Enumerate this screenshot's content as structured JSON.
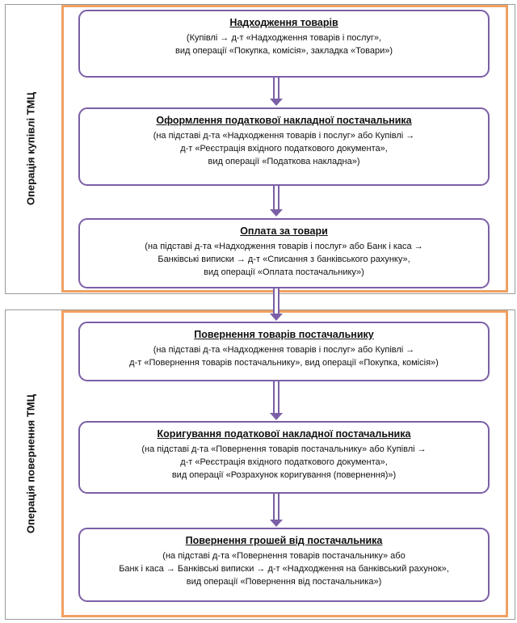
{
  "groups": [
    {
      "label": "Операція купівлі ТМЦ",
      "boxes": [
        {
          "title": "Надходження товарів",
          "lines": [
            "(Купівлі → д-т «Надходження товарів і послуг»,",
            "вид операції «Покупка, комісія», закладка «Товари»)"
          ]
        },
        {
          "title": "Оформлення податкової накладної постачальника",
          "lines": [
            "(на підставі д-та «Надходження товарів і послуг» або Купівлі →",
            "д-т «Реєстрація вхідного податкового документа»,",
            "вид операції «Податкова накладна»)"
          ]
        },
        {
          "title": "Оплата за товари",
          "lines": [
            "(на підставі д-та «Надходження товарів і послуг» або Банк і каса →",
            "Банківські виписки → д-т «Списання з банківського рахунку»,",
            "вид операції «Оплата постачальнику»)"
          ]
        }
      ]
    },
    {
      "label": "Операція повернення ТМЦ",
      "boxes": [
        {
          "title": "Повернення товарів постачальнику",
          "lines": [
            "(на підставі д-та «Надходження товарів і послуг» або Купівлі →",
            "д-т «Повернення товарів постачальнику», вид операції «Покупка, комісія»)"
          ]
        },
        {
          "title": "Коригування податкової накладної постачальника",
          "lines": [
            "(на підставі д-та «Повернення товарів постачальнику» або Купівлі →",
            "д-т «Реєстрація вхідного податкового документа»,",
            "вид операції «Розрахунок коригування (повернення)»)"
          ]
        },
        {
          "title": "Повернення грошей від постачальника",
          "lines": [
            "(на підставі д-та «Повернення товарів постачальнику» або",
            "Банк і каса → Банківські виписки → д-т «Надходження на банківський рахунок»,",
            "вид операції «Повернення від постачальника»)"
          ]
        }
      ]
    }
  ]
}
